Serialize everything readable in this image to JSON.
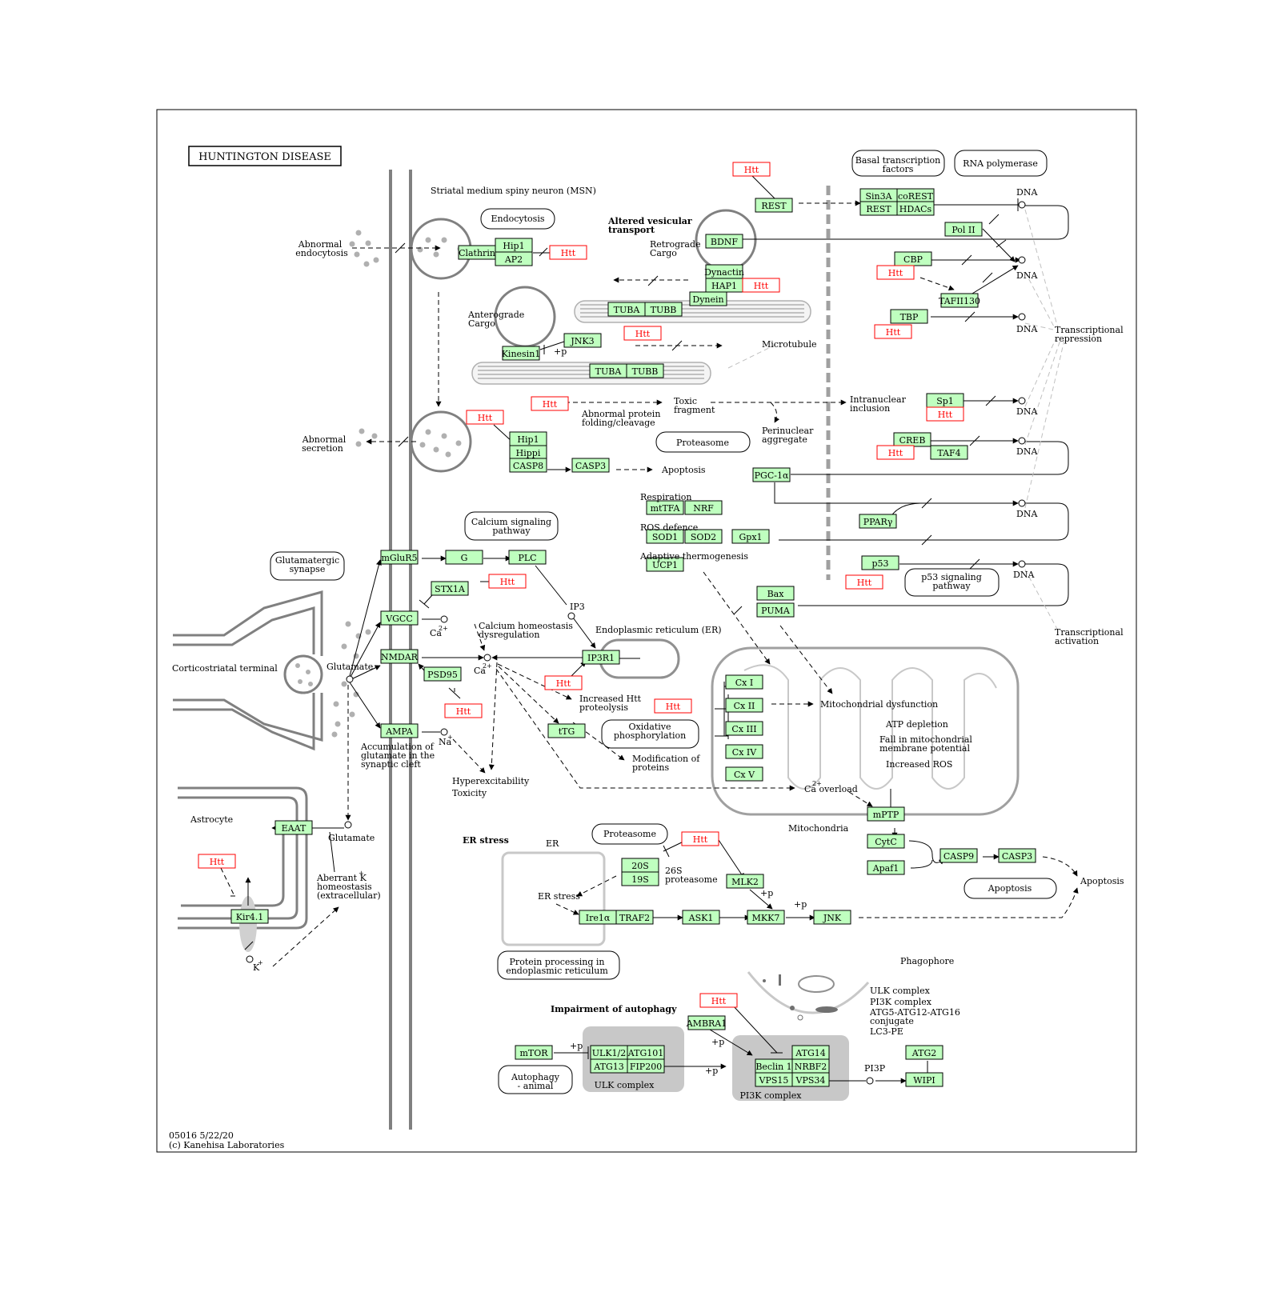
{
  "title": "HUNTINGTON DISEASE",
  "footer": {
    "code": "05016 5/22/20",
    "copyright": "(c) Kanehisa Laboratories"
  },
  "colors": {
    "gene_fill": "#bfffbf",
    "gene_border": "#000000",
    "htt_text": "#ff0000",
    "htt_border": "#ff0000",
    "membrane": "#808080",
    "compartment": "#c8c8c8",
    "arrow": "#000000"
  },
  "genes": {
    "clathrin": "Clathrin",
    "hip1": "Hip1",
    "ap2": "AP2",
    "bdnf": "BDNF",
    "dynactin": "Dynactin",
    "hap1": "HAP1",
    "dynein": "Dynein",
    "tuba": "TUBA",
    "tubb": "TUBB",
    "jnk3": "JNK3",
    "kinesin1": "Kinesin1",
    "rest": "REST",
    "sin3a": "Sin3A",
    "corest": "coREST",
    "rest2": "REST",
    "hdacs": "HDACs",
    "pol2": "Pol II",
    "cbp": "CBP",
    "tafii130": "TAFII130",
    "tbp": "TBP",
    "sp1": "Sp1",
    "creb": "CREB",
    "taf4": "TAF4",
    "pgc1a": "PGC-1α",
    "ppary": "PPARγ",
    "p53": "p53",
    "hip1b": "Hip1",
    "hippi": "Hippi",
    "casp8": "CASP8",
    "casp3a": "CASP3",
    "mttfa": "mtTFA",
    "nrf": "NRF",
    "sod1": "SOD1",
    "sod2": "SOD2",
    "gpx1": "Gpx1",
    "ucp1": "UCP1",
    "bax": "Bax",
    "puma": "PUMA",
    "mglur5": "mGluR5",
    "g": "G",
    "plc": "PLC",
    "stx1a": "STX1A",
    "vgcc": "VGCC",
    "nmdar": "NMDAR",
    "psd95": "PSD95",
    "ip3r1": "IP3R1",
    "ampa": "AMPA",
    "ttg": "tTG",
    "cx1": "Cx I",
    "cx2": "Cx II",
    "cx3": "Cx III",
    "cx4": "Cx IV",
    "cx5": "Cx V",
    "eaat": "EAAT",
    "kir41": "Kir4.1",
    "mptp": "mPTP",
    "cytc": "CytC",
    "apaf1": "Apaf1",
    "casp9": "CASP9",
    "casp3b": "CASP3",
    "s20": "20S",
    "s19": "19S",
    "mlk2": "MLK2",
    "ire1a": "Ire1α",
    "traf2": "TRAF2",
    "ask1": "ASK1",
    "mkk7": "MKK7",
    "jnk": "JNK",
    "mtor": "mTOR",
    "ulk12": "ULK1/2",
    "atg101": "ATG101",
    "atg13": "ATG13",
    "fip200": "FIP200",
    "ambra1": "AMBRA1",
    "atg14": "ATG14",
    "beclin1": "Beclin 1",
    "nrbf2": "NRBF2",
    "vps15": "VPS15",
    "vps34": "VPS34",
    "atg2": "ATG2",
    "wipi": "WIPI"
  },
  "htt": "Htt",
  "labels": {
    "msn": "Striatal medium spiny neuron (MSN)",
    "endocytosis": "Endocytosis",
    "abnormal_endocytosis_1": "Abnormal",
    "abnormal_endocytosis_2": "endocytosis",
    "avt_1": "Altered vesicular",
    "avt_2": "transport",
    "retro_1": "Retrograde",
    "retro_2": "Cargo",
    "antero_1": "Anterograde",
    "antero_2": "Cargo",
    "microtubule": "Microtubule",
    "plus_p": "+p",
    "btf_1": "Basal transcription",
    "btf_2": "factors",
    "rnapol": "RNA polymerase",
    "dna": "DNA",
    "tr_1": "Transcriptional",
    "tr_2": "repression",
    "ta_1": "Transcriptional",
    "ta_2": "activation",
    "apf_1": "Abnormal protein",
    "apf_2": "folding/cleavage",
    "tf_1": "Toxic",
    "tf_2": "fragment",
    "proteasome": "Proteasome",
    "pa_1": "Perinuclear",
    "pa_2": "aggregate",
    "ii_1": "Intranuclear",
    "ii_2": "inclusion",
    "as_1": "Abnormal",
    "as_2": "secretion",
    "apoptosis": "Apoptosis",
    "respiration": "Respiration",
    "rosdef": "ROS defence",
    "adapt": "Adaptive thermogenesis",
    "csp_1": "Calcium signaling",
    "csp_2": "pathway",
    "p53p_1": "p53 signaling",
    "p53p_2": "pathway",
    "gs_1": "Glutamatergic",
    "gs_2": "synapse",
    "cterm": "Corticostriatal terminal",
    "glutamate": "Glutamate",
    "ca": "Ca",
    "ca2plus": "2+",
    "ip3": "IP3",
    "na": "Na",
    "plus": "+",
    "chd_1": "Calcium homeostasis",
    "chd_2": "dysregulation",
    "er_full": "Endoplasmic reticulum (ER)",
    "iht_1": "Increased Htt",
    "iht_2": "proteolysis",
    "oxph_1": "Oxidative",
    "oxph_2": "phosphorylation",
    "mod_1": "Modification of",
    "mod_2": "proteins",
    "mito_dys": "Mitochondrial dysfunction",
    "atp": "ATP depletion",
    "fall_1": "Fall in mitochondrial",
    "fall_2": "membrane potential",
    "incros": "Increased ROS",
    "acc_1": "Accumulation of",
    "acc_2": "glutamate in the",
    "acc_3": "synaptic cleft",
    "hyper": "Hyperexcitability",
    "toxicity": "Toxicity",
    "ca_overload": "Ca  overload",
    "mitochondria": "Mitochondria",
    "astrocyte": "Astrocyte",
    "akh_1": "Aberrant K",
    "akh_2": "homeostasis",
    "akh_3": "(extracellular)",
    "k": "K",
    "er_stress_title": "ER stress",
    "er": "ER",
    "er_stress": "ER stress",
    "p26_1": "26S",
    "p26_2": "proteasome",
    "ppe_1": "Protein processing in",
    "ppe_2": "endoplasmic reticulum",
    "phagophore": "Phagophore",
    "ulk_complex": "ULK complex",
    "pi3k_complex": "PI3K complex",
    "atg5": "ATG5-ATG12-ATG16",
    "conjugate": "conjugate",
    "lc3pe": "LC3-PE",
    "impair": "Impairment of autophagy",
    "aut_1": "Autophagy",
    "aut_2": "- animal",
    "pi3p": "PI3P"
  }
}
